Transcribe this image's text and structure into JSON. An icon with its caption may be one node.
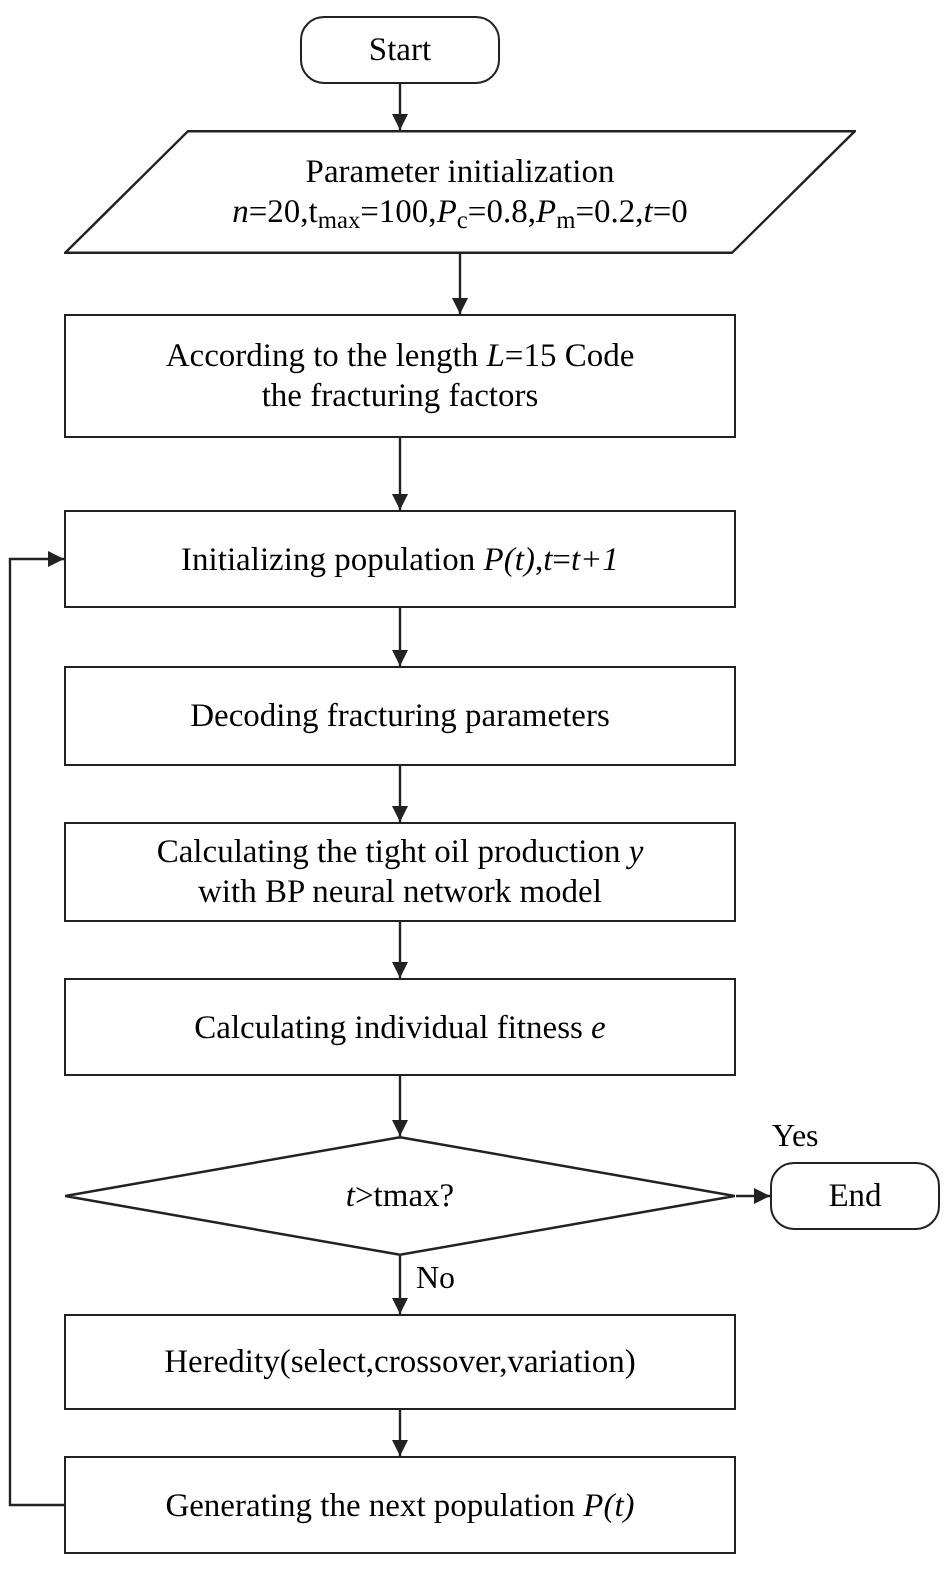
{
  "diagram": {
    "nodes": [
      {
        "text": [
          "Start"
        ]
      },
      {
        "text": [
          "Parameter initialization",
          "*n*=20,t$_{max}$=100,*P*$_{c}$=0.8,*P*$_{m}$=0.2,*t*=0"
        ]
      },
      {
        "text": [
          "According to the length *L*=15 Code the fracturing factors"
        ]
      },
      {
        "text": [
          "Initializing population *P(t)*,*t*=*t+1*"
        ]
      },
      {
        "text": [
          "Decoding fracturing parameters"
        ]
      },
      {
        "text": [
          "Calculating the tight oil production *y* with BP neural network model"
        ]
      },
      {
        "text": [
          "Calculating individual fitness *e*"
        ]
      },
      {
        "text": [
          "*t*>tmax?"
        ]
      },
      {
        "text": [
          "End"
        ]
      },
      {
        "text": [
          "Heredity(select,crossover,variation)"
        ]
      },
      {
        "text": [
          "Generating the next population *P(t)*"
        ]
      }
    ],
    "edges": [
      {
        "from": 0,
        "to": 1,
        "arrow": "to"
      },
      {
        "from": 1,
        "to": 2,
        "arrow": "to"
      },
      {
        "from": 2,
        "to": 3,
        "arrow": "to"
      },
      {
        "from": 3,
        "to": 4,
        "arrow": "to"
      },
      {
        "from": 4,
        "to": 5,
        "arrow": "to"
      },
      {
        "from": 5,
        "to": 6,
        "arrow": "to"
      },
      {
        "from": 6,
        "to": 7,
        "arrow": "to"
      },
      {
        "from": 7,
        "to": 8,
        "arrow": "to",
        "label": "Yes"
      },
      {
        "from": 7,
        "to": 9,
        "arrow": "to",
        "label": "No"
      },
      {
        "from": 9,
        "to": 10,
        "arrow": "to"
      },
      {
        "from": 10,
        "to": 3,
        "arrow": "to"
      }
    ]
  }
}
